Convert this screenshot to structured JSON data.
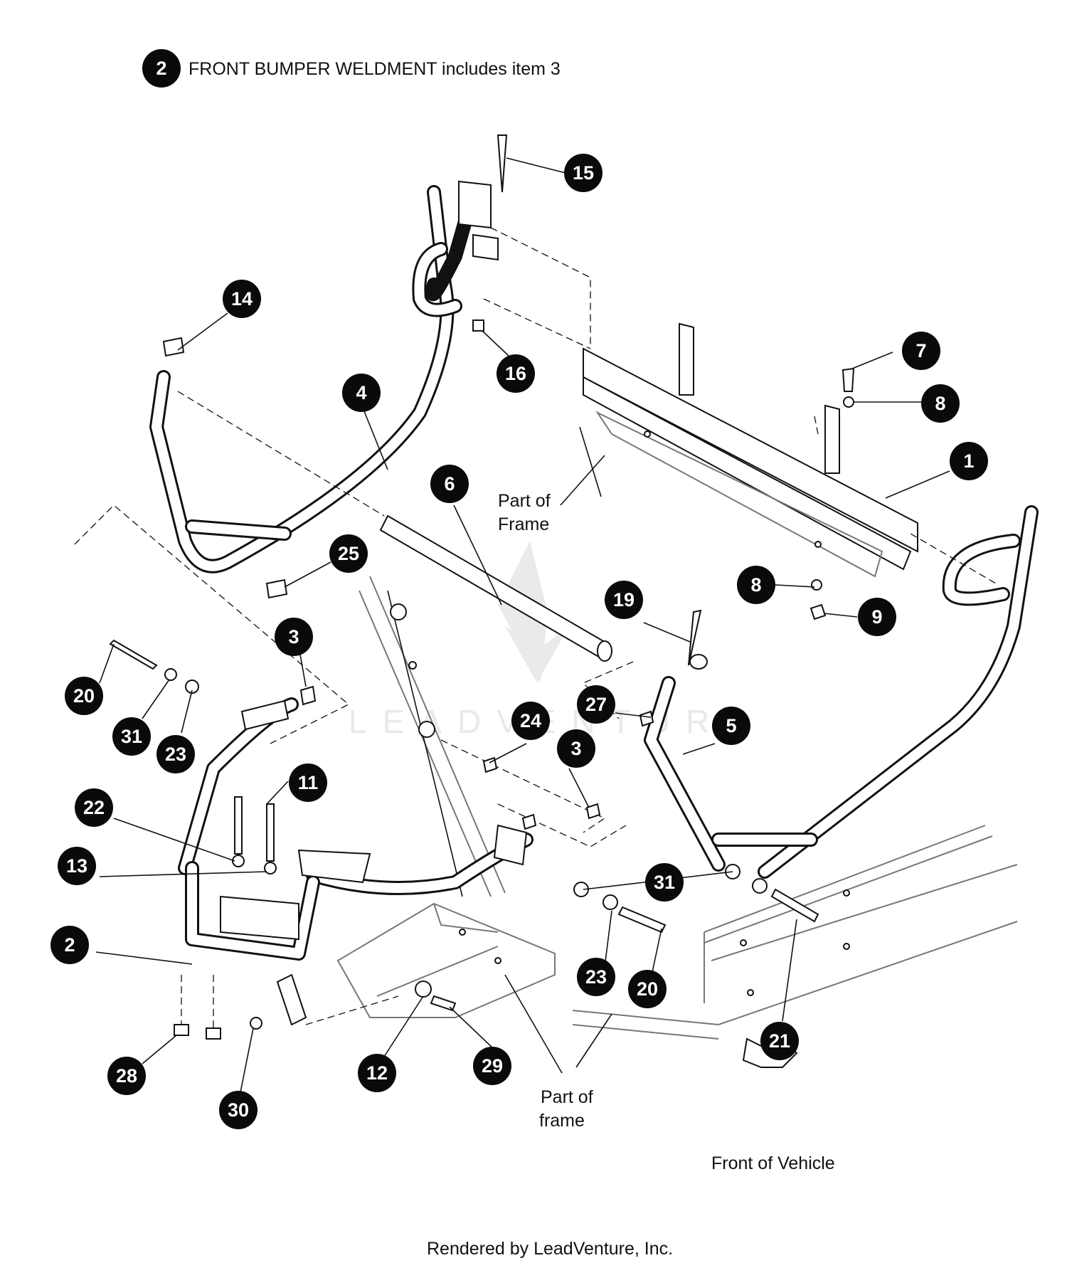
{
  "header": {
    "badge": "2",
    "text": "FRONT BUMPER WELDMENT includes item 3"
  },
  "labels": {
    "part_of_frame_top_1": "Part of",
    "part_of_frame_top_2": "Frame",
    "part_of_frame_bottom_1": "Part of",
    "part_of_frame_bottom_2": "frame",
    "front_of_vehicle": "Front of Vehicle",
    "footer": "Rendered by LeadVenture, Inc."
  },
  "callouts": [
    "15",
    "14",
    "16",
    "4",
    "7",
    "8",
    "1",
    "6",
    "25",
    "8",
    "9",
    "19",
    "3",
    "20",
    "31",
    "23",
    "27",
    "5",
    "24",
    "3",
    "11",
    "22",
    "13",
    "31",
    "2",
    "23",
    "20",
    "21",
    "28",
    "30",
    "12",
    "29"
  ]
}
